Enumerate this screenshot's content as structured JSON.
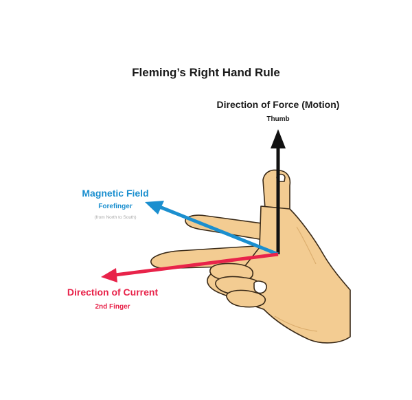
{
  "title": "Fleming’s Right Hand Rule",
  "force": {
    "label": "Direction of Force (Motion)",
    "sub": "Thumb"
  },
  "field": {
    "label": "Magnetic Field",
    "sub": "Forefinger",
    "note": "(from North to South)"
  },
  "current": {
    "label": "Direction of Current",
    "sub": "2nd Finger"
  },
  "colors": {
    "force_arrow": "#111111",
    "field_arrow": "#1b8fcf",
    "current_arrow": "#e8234a",
    "skin": "#f3cc92",
    "skin_shadow": "#dcae6e",
    "outline": "#3a2a18"
  },
  "icons": [
    "hand-illustration",
    "force-arrow",
    "field-arrow",
    "current-arrow"
  ]
}
